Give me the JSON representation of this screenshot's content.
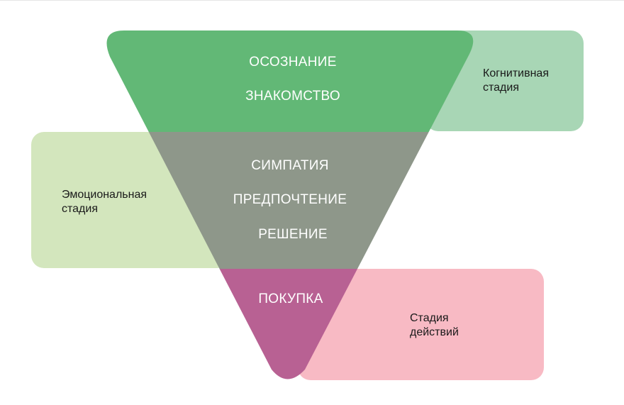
{
  "stages": {
    "cognitive": {
      "label": "Когнитивная\nстадия",
      "color": "#a8d6b5"
    },
    "emotional": {
      "label": "Эмоциональная\nстадия",
      "color": "#d3e6bd"
    },
    "action": {
      "label": "Стадия\nдействий",
      "color": "#f8bac4"
    }
  },
  "funnel": {
    "colors": {
      "cognitive": "#62b876",
      "emotional": "#8e978a",
      "action": "#b86193"
    },
    "steps": [
      "ОСОЗНАНИЕ",
      "ЗНАКОМСТВО",
      "СИМПАТИЯ",
      "ПРЕДПОЧТЕНИЕ",
      "РЕШЕНИЕ",
      "ПОКУПКА"
    ]
  }
}
